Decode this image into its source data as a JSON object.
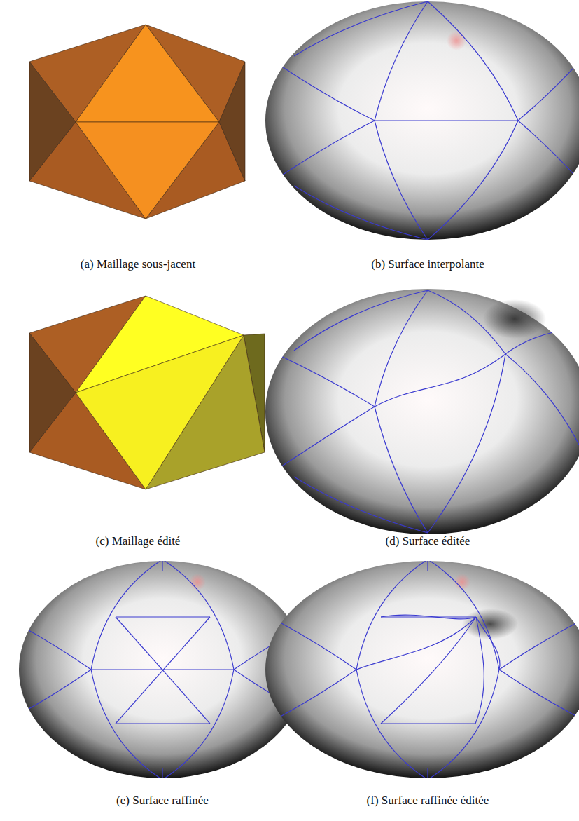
{
  "diagram": {
    "labels": [
      "(a) Maillage sous-jacent",
      "(b) Surface interpolante",
      "(c) Maillage édité",
      "(d) Surface éditée",
      "(e) Surface raffinée",
      "(f) Surface raffinée éditée"
    ]
  }
}
